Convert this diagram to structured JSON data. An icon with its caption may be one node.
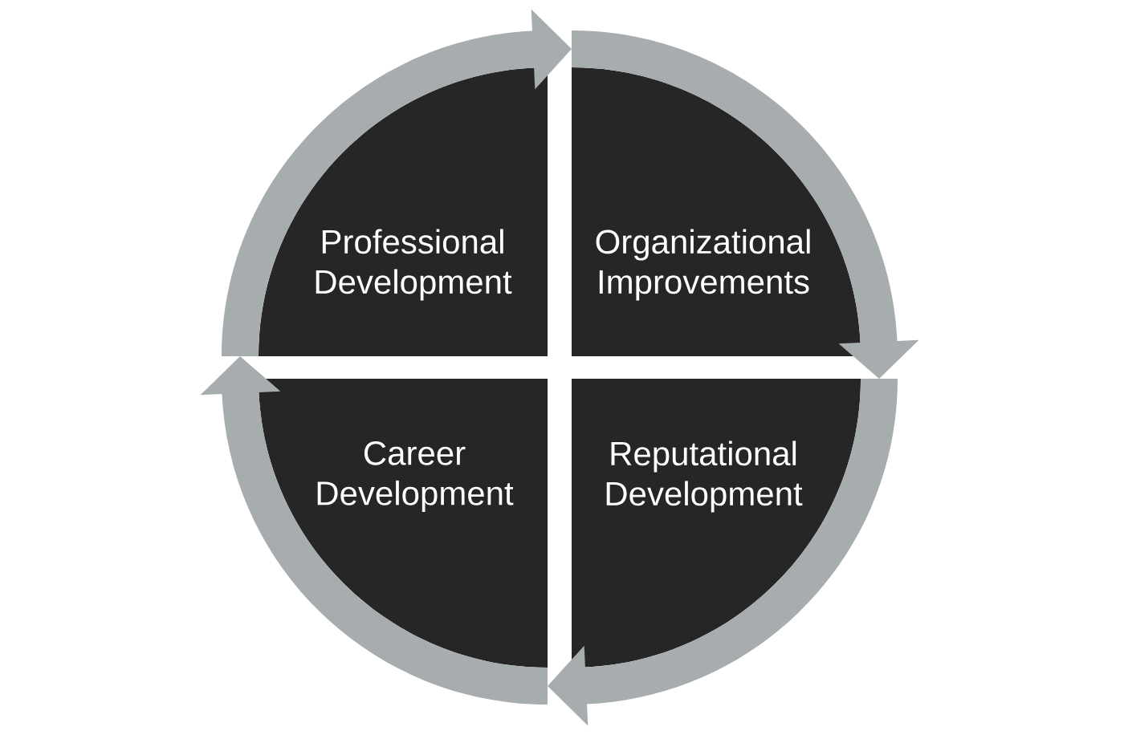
{
  "diagram": {
    "nodes": [
      {
        "text": [
          "Professional Development"
        ]
      },
      {
        "text": [
          "Organizational Improvements"
        ]
      },
      {
        "text": [
          "Career Development"
        ]
      },
      {
        "text": [
          "Reputational Development"
        ]
      }
    ],
    "edges": [
      {
        "from": 0,
        "to": 1,
        "arrow": "to"
      },
      {
        "from": 1,
        "to": 3,
        "arrow": "to"
      },
      {
        "from": 3,
        "to": 2,
        "arrow": "to"
      },
      {
        "from": 2,
        "to": 0,
        "arrow": "to"
      }
    ]
  }
}
